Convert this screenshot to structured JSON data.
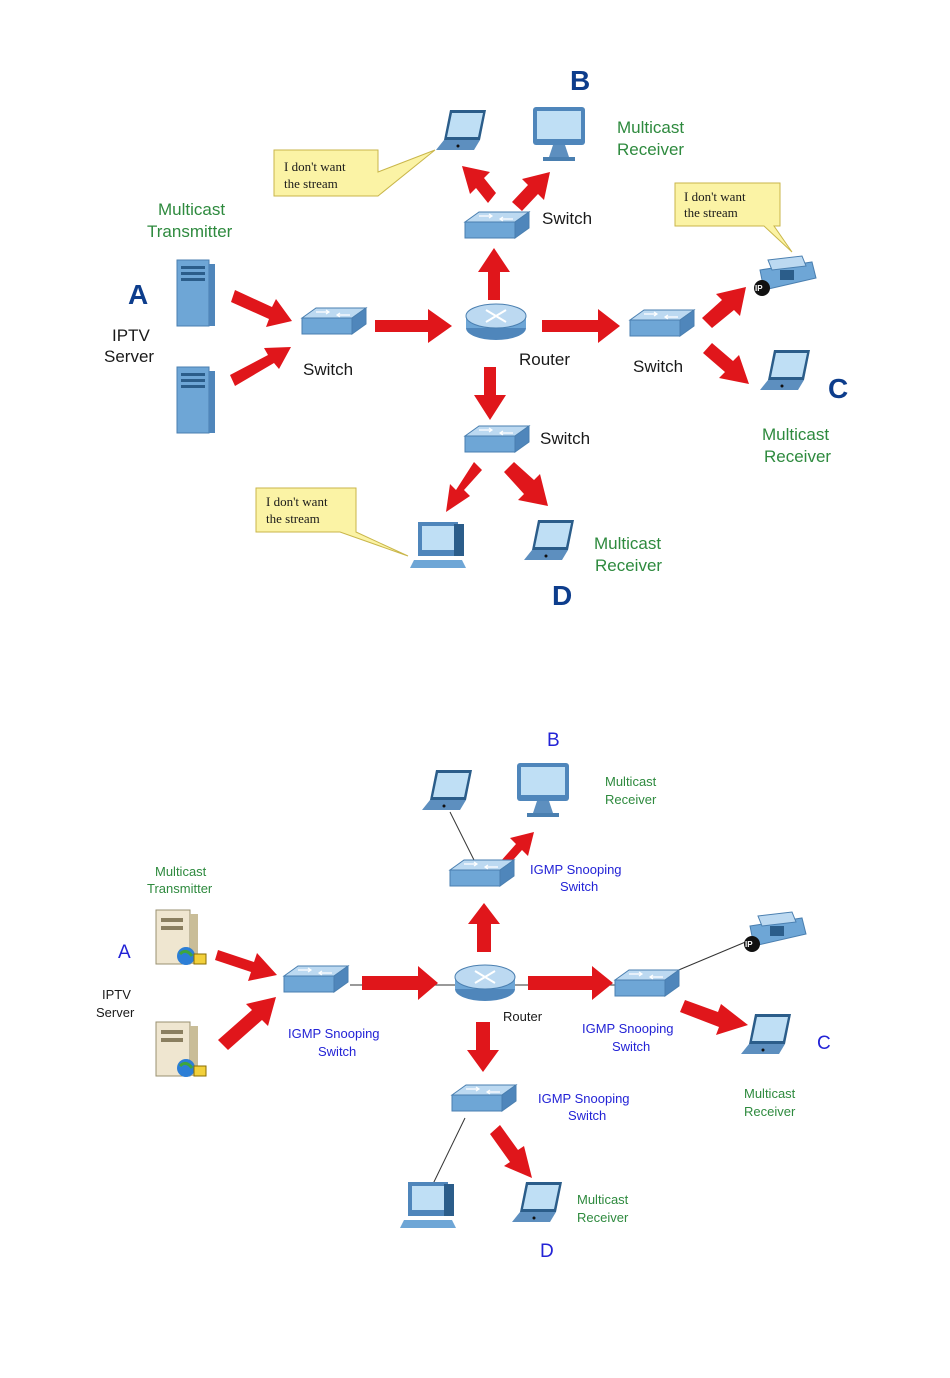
{
  "top": {
    "letters": {
      "a": "A",
      "b": "B",
      "c": "C",
      "d": "D"
    },
    "transmitter": [
      "Multicast",
      "Transmitter"
    ],
    "iptv_server": [
      "IPTV",
      "Server"
    ],
    "switch_label": "Switch",
    "router_label": "Router",
    "receiver_b": [
      "Multicast",
      "Receiver"
    ],
    "receiver_c": [
      "Multicast",
      "Receiver"
    ],
    "receiver_d": [
      "Multicast",
      "Receiver"
    ],
    "callout_b": [
      "I don't want",
      "the stream"
    ],
    "callout_c": [
      "I don't want",
      "the stream"
    ],
    "callout_d": [
      "I don't want",
      "the stream"
    ],
    "phone_badge": "IP"
  },
  "bottom": {
    "letters": {
      "a": "A",
      "b": "B",
      "c": "C",
      "d": "D"
    },
    "transmitter": [
      "Multicast",
      "Transmitter"
    ],
    "iptv_server": [
      "IPTV",
      "Server"
    ],
    "igmp_switch": [
      "IGMP Snooping",
      "Switch"
    ],
    "router_label": "Router",
    "receiver_b": [
      "Multicast",
      "Receiver"
    ],
    "receiver_c": [
      "Multicast",
      "Receiver"
    ],
    "receiver_d": [
      "Multicast",
      "Receiver"
    ],
    "phone_badge": "IP"
  },
  "colors": {
    "arrow": "#e0161b",
    "device_blue": "#6ea6d6",
    "label_green": "#2e8a3e",
    "label_blue": "#2323d6",
    "letter_navy": "#0d3d8c",
    "callout_fill": "#fbf3a5"
  }
}
